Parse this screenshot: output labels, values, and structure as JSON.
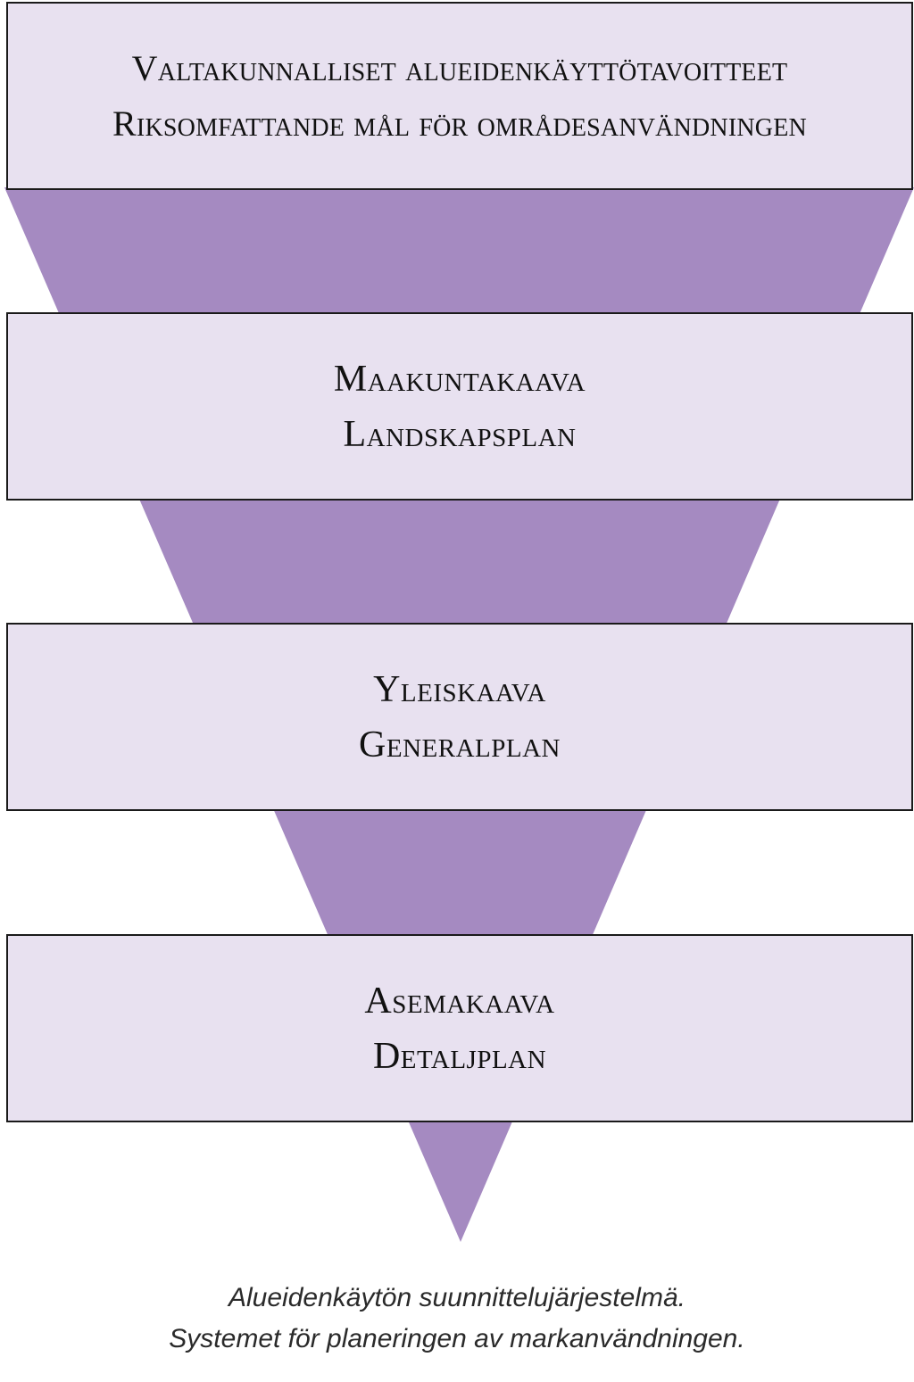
{
  "diagram": {
    "fill_color": "#a58ac1",
    "box_color": "#e8e1f0",
    "border_color": "#1a1a1a",
    "levels": [
      {
        "fi": "Valtakunnalliset alueidenkäyttötavoitteet",
        "sv": "Riksomfattande mål för områdesanvändningen"
      },
      {
        "fi": "Maakuntakaava",
        "sv": "Landskapsplan"
      },
      {
        "fi": "Yleiskaava",
        "sv": "Generalplan"
      },
      {
        "fi": "Asemakaava",
        "sv": "Detaljplan"
      }
    ]
  },
  "caption": {
    "line1": "Alueidenkäytön suunnittelujärjestelmä.",
    "line2": "Systemet för planeringen av markanvändningen."
  }
}
